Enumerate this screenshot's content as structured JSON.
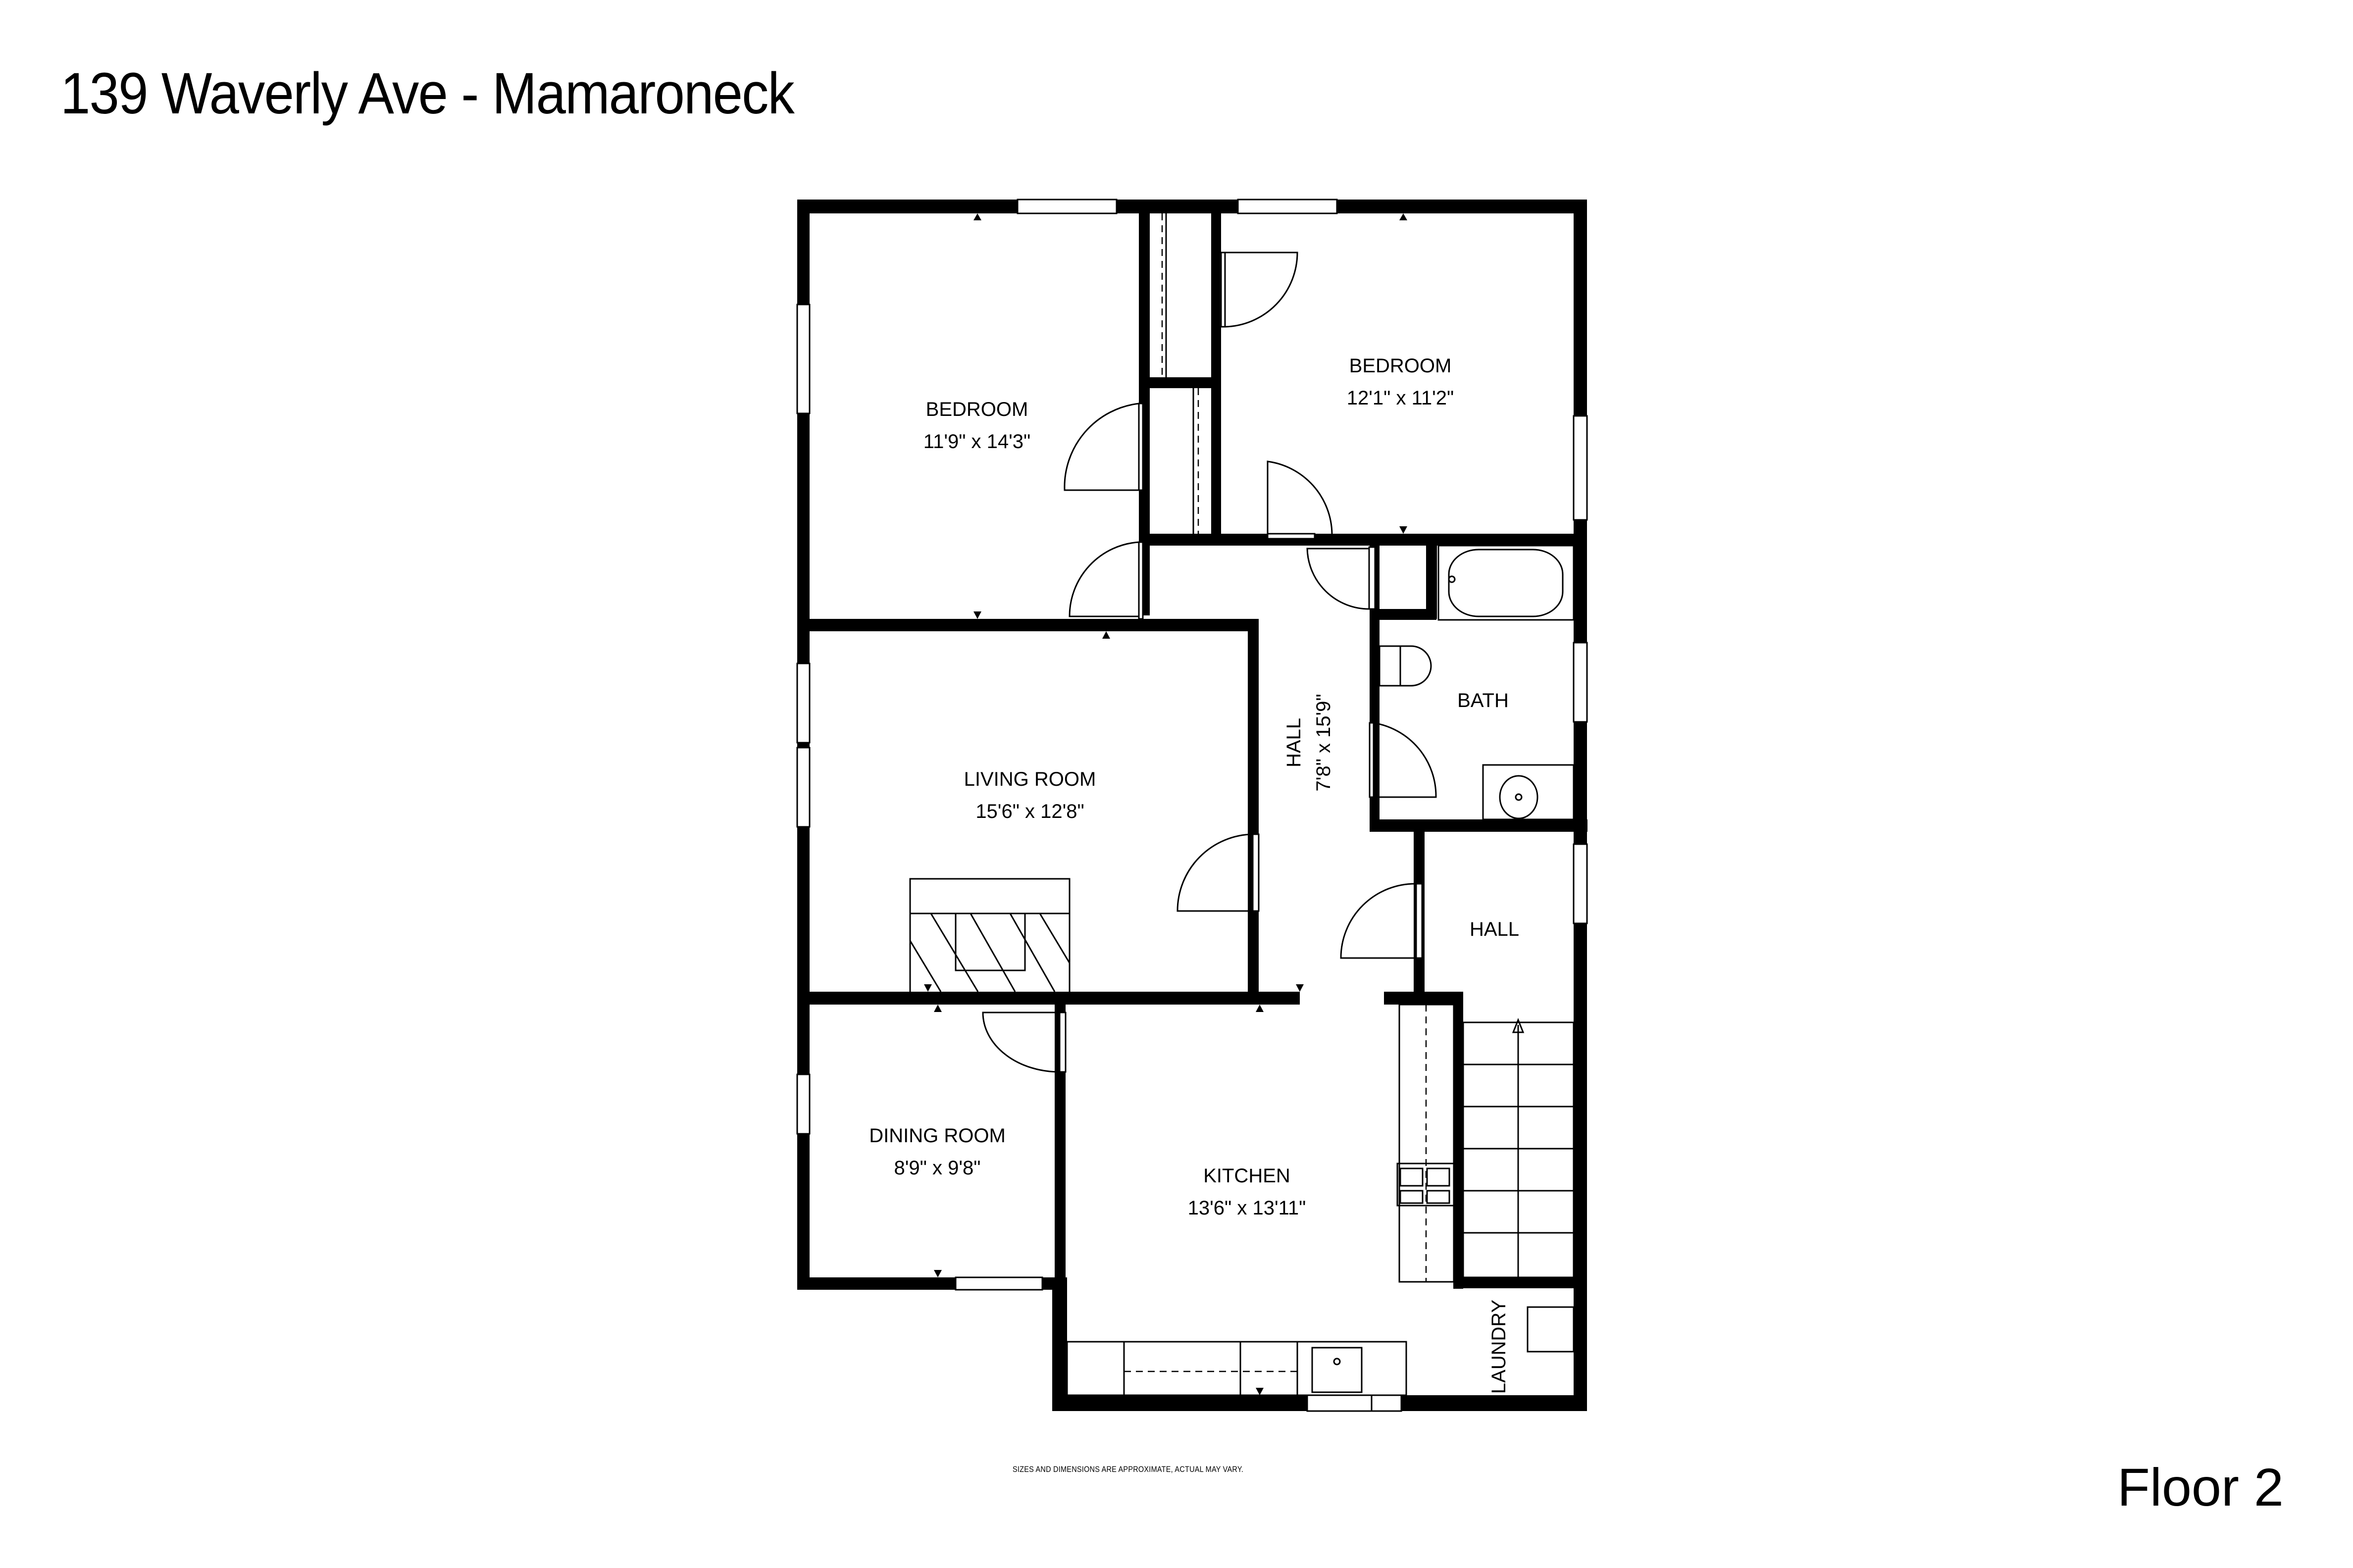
{
  "header": {
    "title": "139 Waverly Ave - Mamaroneck"
  },
  "footer": {
    "disclaimer": "SIZES AND DIMENSIONS ARE APPROXIMATE, ACTUAL MAY VARY.",
    "floor_label": "Floor 2"
  },
  "rooms": [
    {
      "id": "bedroom-1",
      "name": "BEDROOM",
      "dimensions": "11'9\" x 14'3\""
    },
    {
      "id": "bedroom-2",
      "name": "BEDROOM",
      "dimensions": "12'1\" x 11'2\""
    },
    {
      "id": "living-room",
      "name": "LIVING ROOM",
      "dimensions": "15'6\" x 12'8\""
    },
    {
      "id": "hall-main",
      "name": "HALL",
      "dimensions": "7'8\" x 15'9\""
    },
    {
      "id": "bath",
      "name": "BATH",
      "dimensions": ""
    },
    {
      "id": "hall-stair",
      "name": "HALL",
      "dimensions": ""
    },
    {
      "id": "dining-room",
      "name": "DINING ROOM",
      "dimensions": "8'9\" x 9'8\""
    },
    {
      "id": "kitchen",
      "name": "KITCHEN",
      "dimensions": "13'6\" x 13'11\""
    },
    {
      "id": "laundry",
      "name": "LAUNDRY",
      "dimensions": ""
    }
  ],
  "colors": {
    "wall": "#000000",
    "background": "#ffffff"
  }
}
